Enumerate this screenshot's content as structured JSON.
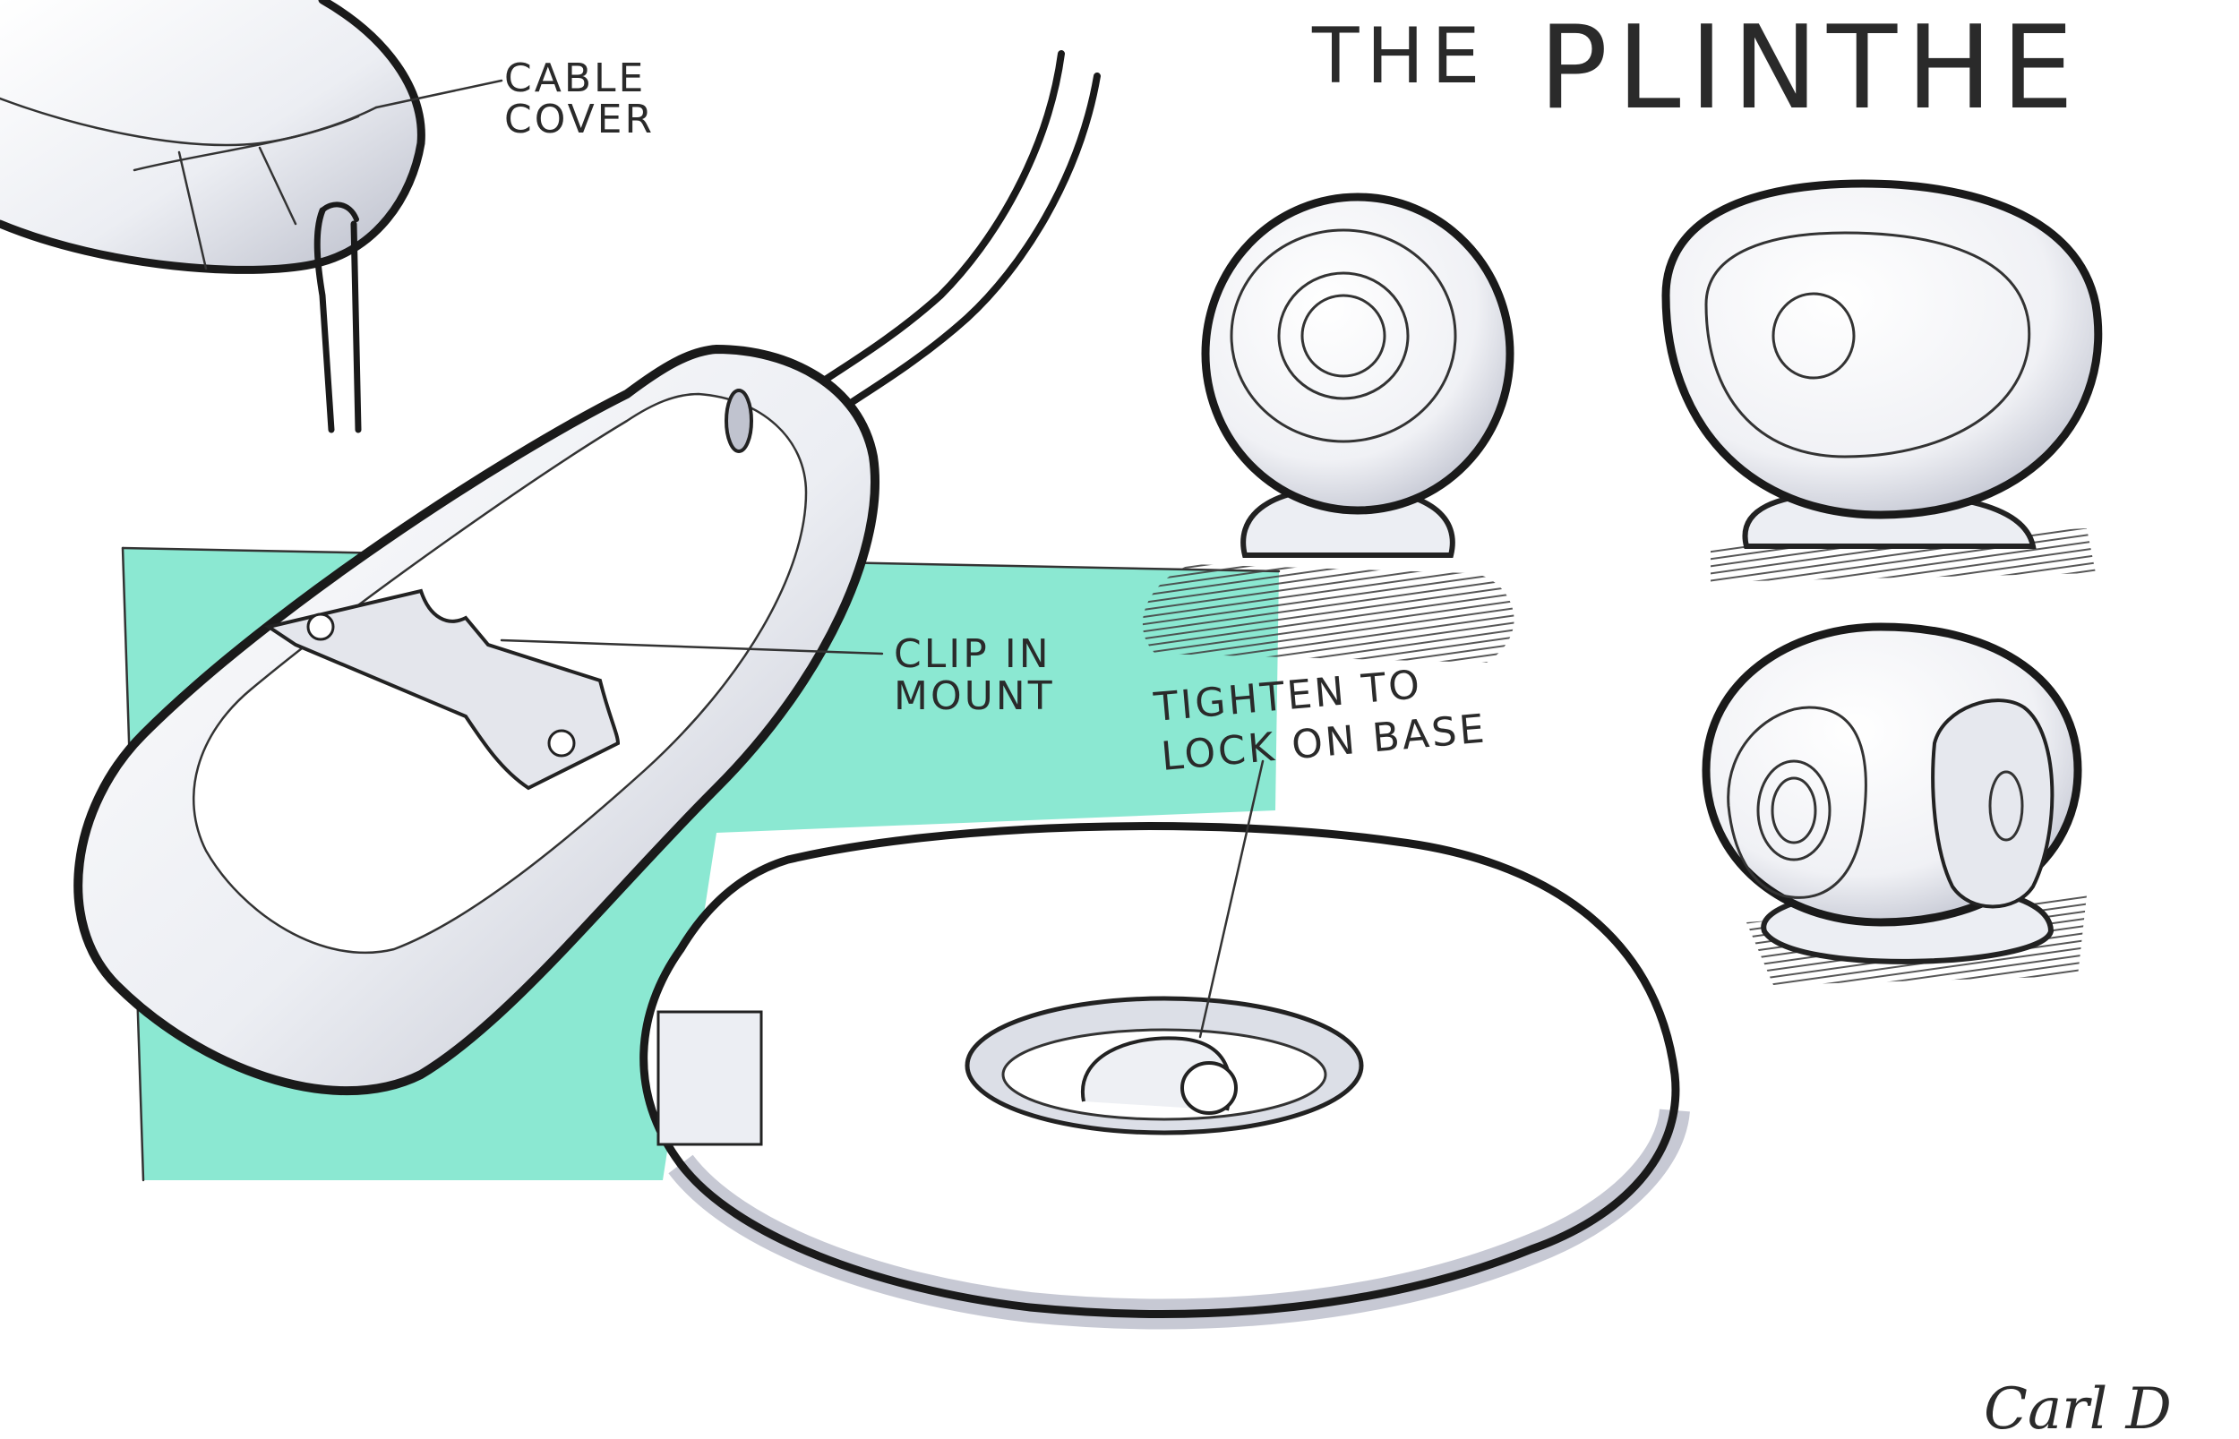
{
  "title": {
    "the": "THE",
    "name": "PLINTHE"
  },
  "labels": {
    "cable_cover": [
      "CABLE",
      "COVER"
    ],
    "clip_in_mount": [
      "CLIP IN",
      "MOUNT"
    ],
    "tighten": [
      "TIGHTEN TO",
      "LOCK ON BASE"
    ]
  },
  "signature": "Carl D",
  "colors": {
    "paper": "#ffffff",
    "ink": "#1a1a1a",
    "accent_teal": "#7ee6cd",
    "shade_grey": "#c9cbd6"
  }
}
